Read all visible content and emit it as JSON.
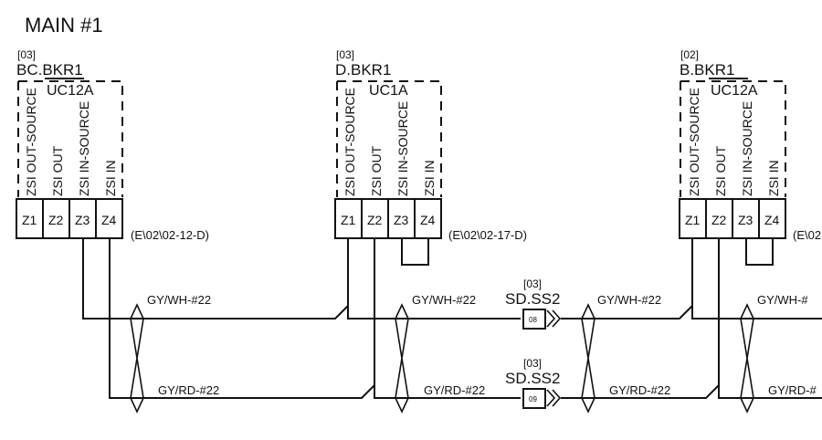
{
  "title": "MAIN #1",
  "breakers": [
    {
      "ref": "[03]",
      "name": "BC.BKR1",
      "unit": "UC12A",
      "functions": [
        "ZSI OUT-SOURCE",
        "ZSI OUT",
        "ZSI IN-SOURCE",
        "ZSI IN"
      ],
      "terminals": [
        "Z1",
        "Z2",
        "Z3",
        "Z4"
      ],
      "drawing_ref": "(E\\02\\02-12-D)",
      "jumper_z3_z4": false
    },
    {
      "ref": "[03]",
      "name": "D.BKR1",
      "unit": "UC1A",
      "functions": [
        "ZSI OUT-SOURCE",
        "ZSI OUT",
        "ZSI IN-SOURCE",
        "ZSI IN"
      ],
      "terminals": [
        "Z1",
        "Z2",
        "Z3",
        "Z4"
      ],
      "drawing_ref": "(E\\02\\02-17-D)",
      "jumper_z3_z4": true
    },
    {
      "ref": "[02]",
      "name": "B.BKR1",
      "unit": "UC12A",
      "functions": [
        "ZSI OUT-SOURCE",
        "ZSI OUT",
        "ZSI IN-SOURCE",
        "ZSI IN"
      ],
      "terminals": [
        "Z1",
        "Z2",
        "Z3",
        "Z4"
      ],
      "drawing_ref": "(E\\02",
      "jumper_z3_z4": true
    }
  ],
  "wire_labels": {
    "top": [
      "GY/WH-#22",
      "GY/WH-#22",
      "GY/WH-#22",
      "GY/WH-#"
    ],
    "bottom": [
      "GY/RD-#22",
      "GY/RD-#22",
      "GY/RD-#22",
      "GY/RD-#"
    ]
  },
  "connectors": [
    {
      "ref": "[03]",
      "name": "SD.SS2",
      "pin": "08"
    },
    {
      "ref": "[03]",
      "name": "SD.SS2",
      "pin": "09"
    }
  ]
}
